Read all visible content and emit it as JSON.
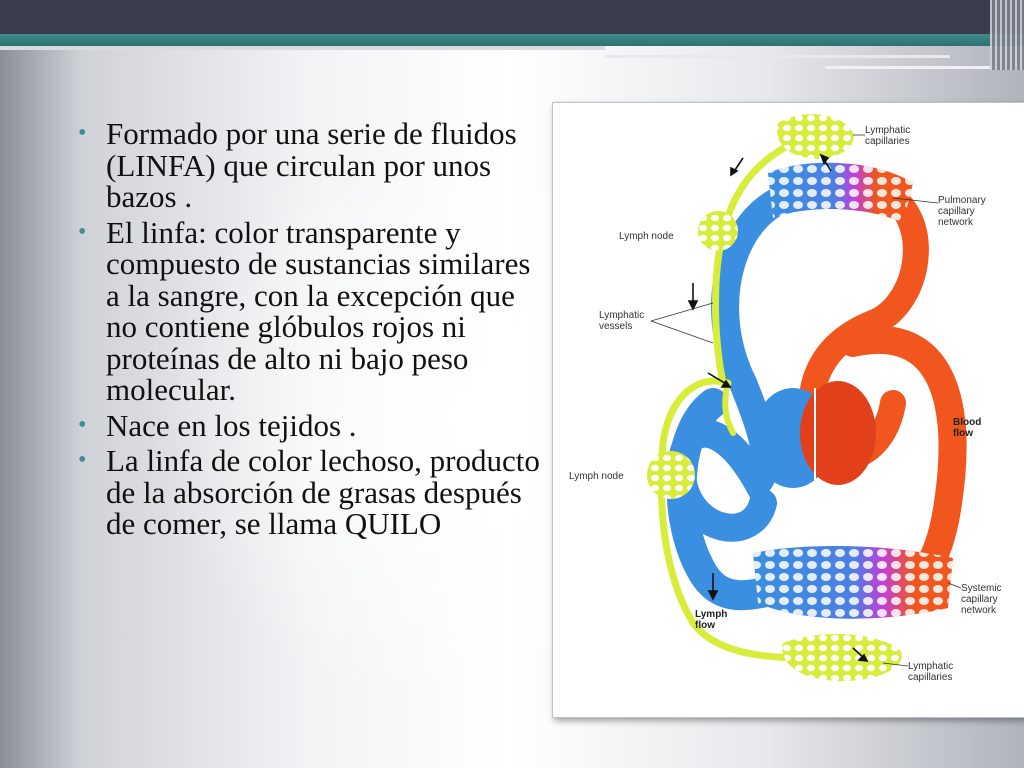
{
  "bullets": [
    "Formado por una serie de fluidos (LINFA) que circulan por unos bazos .",
    "El linfa: color transparente y compuesto de sustancias similares a la sangre, con la excepción que no contiene glóbulos rojos ni proteínas de alto ni bajo peso molecular.",
    "Nace en los tejidos .",
    "La linfa de color lechoso, producto de la absorción de grasas después de comer, se llama QUILO"
  ],
  "diagram": {
    "labels": {
      "lymphatic_capillaries_top": [
        "Lymphatic",
        "capillaries"
      ],
      "pulmonary": [
        "Pulmonary",
        "capillary",
        "network"
      ],
      "lymph_node_top": "Lymph node",
      "lymphatic_vessels": [
        "Lymphatic",
        "vessels"
      ],
      "blood_flow": [
        "Blood",
        "flow"
      ],
      "lymph_node_bottom": "Lymph node",
      "systemic": [
        "Systemic",
        "capillary",
        "network"
      ],
      "lymph_flow": [
        "Lymph",
        "flow"
      ],
      "lymphatic_capillaries_bottom": [
        "Lymphatic",
        "capillaries"
      ]
    },
    "colors": {
      "lymph": "#d8ec3a",
      "deoxygenated": "#3a8fe0",
      "oxygenated": "#f0561e",
      "mixing": "#c13fd8",
      "accent": "#3d8f93"
    }
  }
}
